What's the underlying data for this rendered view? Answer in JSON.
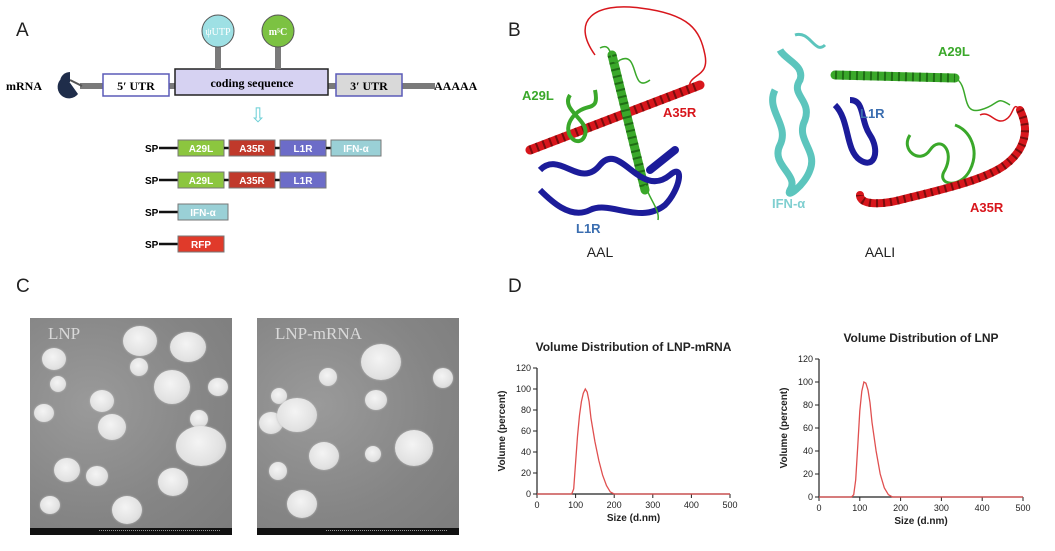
{
  "panels": {
    "a": "A",
    "b": "B",
    "c": "C",
    "d": "D"
  },
  "construct": {
    "mrna": "mRNA",
    "utr5": "5′ UTR",
    "cds": "coding sequence",
    "utr3": "3′ UTR",
    "polya": "AAAAA",
    "mod1": "ψUTP",
    "mod2": "m⁵C",
    "arrow": "⇩",
    "rows": [
      {
        "sp": "SP",
        "segments": [
          {
            "label": "A29L",
            "color": "#8cc63f"
          },
          {
            "label": "A35R",
            "color": "#c0392b"
          },
          {
            "label": "L1R",
            "color": "#6c6cc8"
          },
          {
            "label": "IFN-α",
            "color": "#9ad0d6"
          }
        ]
      },
      {
        "sp": "SP",
        "segments": [
          {
            "label": "A29L",
            "color": "#8cc63f"
          },
          {
            "label": "A35R",
            "color": "#c0392b"
          },
          {
            "label": "L1R",
            "color": "#6c6cc8"
          }
        ]
      },
      {
        "sp": "SP",
        "segments": [
          {
            "label": "IFN-α",
            "color": "#9ad0d6"
          }
        ]
      },
      {
        "sp": "SP",
        "segments": [
          {
            "label": "RFP",
            "color": "#e03a2a"
          }
        ]
      }
    ]
  },
  "structures": {
    "aal": {
      "caption": "AAL",
      "labels": {
        "a29l": "A29L",
        "a35r": "A35R",
        "l1r": "L1R"
      }
    },
    "aali": {
      "caption": "AALI",
      "labels": {
        "ifn": "IFN-α",
        "l1r": "L1R",
        "a29l": "A29L",
        "a35r": "A35R"
      }
    },
    "colors": {
      "a29l": "#3aa82a",
      "a35r": "#d8161c",
      "l1r": "#1c1c9a",
      "ifn": "#5cc5bd"
    }
  },
  "tem": {
    "left_label": "LNP",
    "right_label": "LNP-mRNA"
  },
  "chart_data": [
    {
      "type": "line",
      "title": "Volume Distribution of LNP-mRNA",
      "xlabel": "Size (d.nm)",
      "ylabel": "Volume (percent)",
      "xlim": [
        0,
        500
      ],
      "ylim": [
        0,
        120
      ],
      "xticks": [
        0,
        100,
        200,
        300,
        400,
        500
      ],
      "yticks": [
        0,
        20,
        40,
        60,
        80,
        100,
        120
      ],
      "series": [
        {
          "color": "#e05050",
          "x": [
            0,
            60,
            80,
            90,
            95,
            100,
            105,
            110,
            115,
            120,
            125,
            130,
            135,
            140,
            150,
            160,
            170,
            180,
            190,
            200,
            500
          ],
          "y": [
            0,
            0,
            0,
            0,
            5,
            30,
            55,
            75,
            88,
            96,
            100,
            97,
            88,
            72,
            50,
            32,
            18,
            8,
            2,
            0,
            0
          ]
        }
      ]
    },
    {
      "type": "line",
      "title": "Volume Distribution of LNP",
      "xlabel": "Size (d.nm)",
      "ylabel": "Volume (percent)",
      "xlim": [
        0,
        500
      ],
      "ylim": [
        0,
        120
      ],
      "xticks": [
        0,
        100,
        200,
        300,
        400,
        500
      ],
      "yticks": [
        0,
        20,
        40,
        60,
        80,
        100,
        120
      ],
      "series": [
        {
          "color": "#e05050",
          "x": [
            0,
            80,
            85,
            90,
            95,
            100,
            105,
            110,
            115,
            120,
            125,
            130,
            140,
            150,
            160,
            170,
            180,
            500
          ],
          "y": [
            0,
            0,
            2,
            15,
            45,
            75,
            92,
            100,
            99,
            93,
            82,
            65,
            40,
            20,
            8,
            2,
            0,
            0
          ]
        }
      ]
    }
  ]
}
